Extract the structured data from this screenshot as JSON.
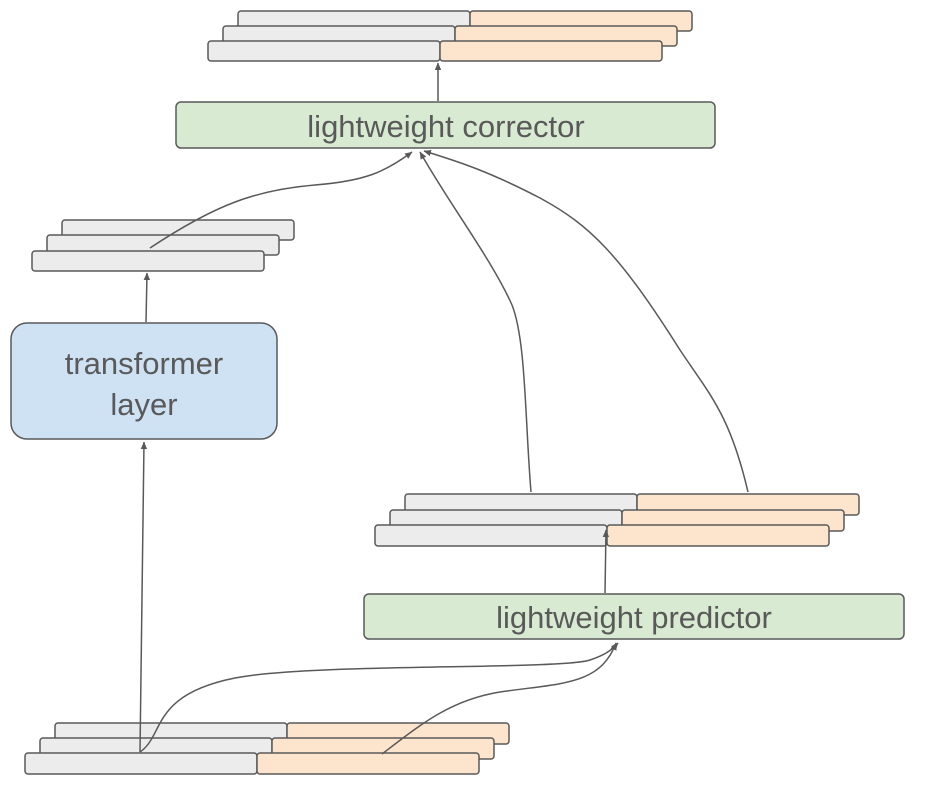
{
  "diagram": {
    "corrector_label": "lightweight corrector",
    "transformer_label_line1": "transformer",
    "transformer_label_line2": "layer",
    "predictor_label": "lightweight predictor"
  },
  "colors": {
    "grey_segment": "#ececec",
    "orange_segment": "#fce4cd",
    "green_box": "#d9ead3",
    "blue_box": "#cfe2f3",
    "stroke": "#595959",
    "text": "#595959"
  }
}
